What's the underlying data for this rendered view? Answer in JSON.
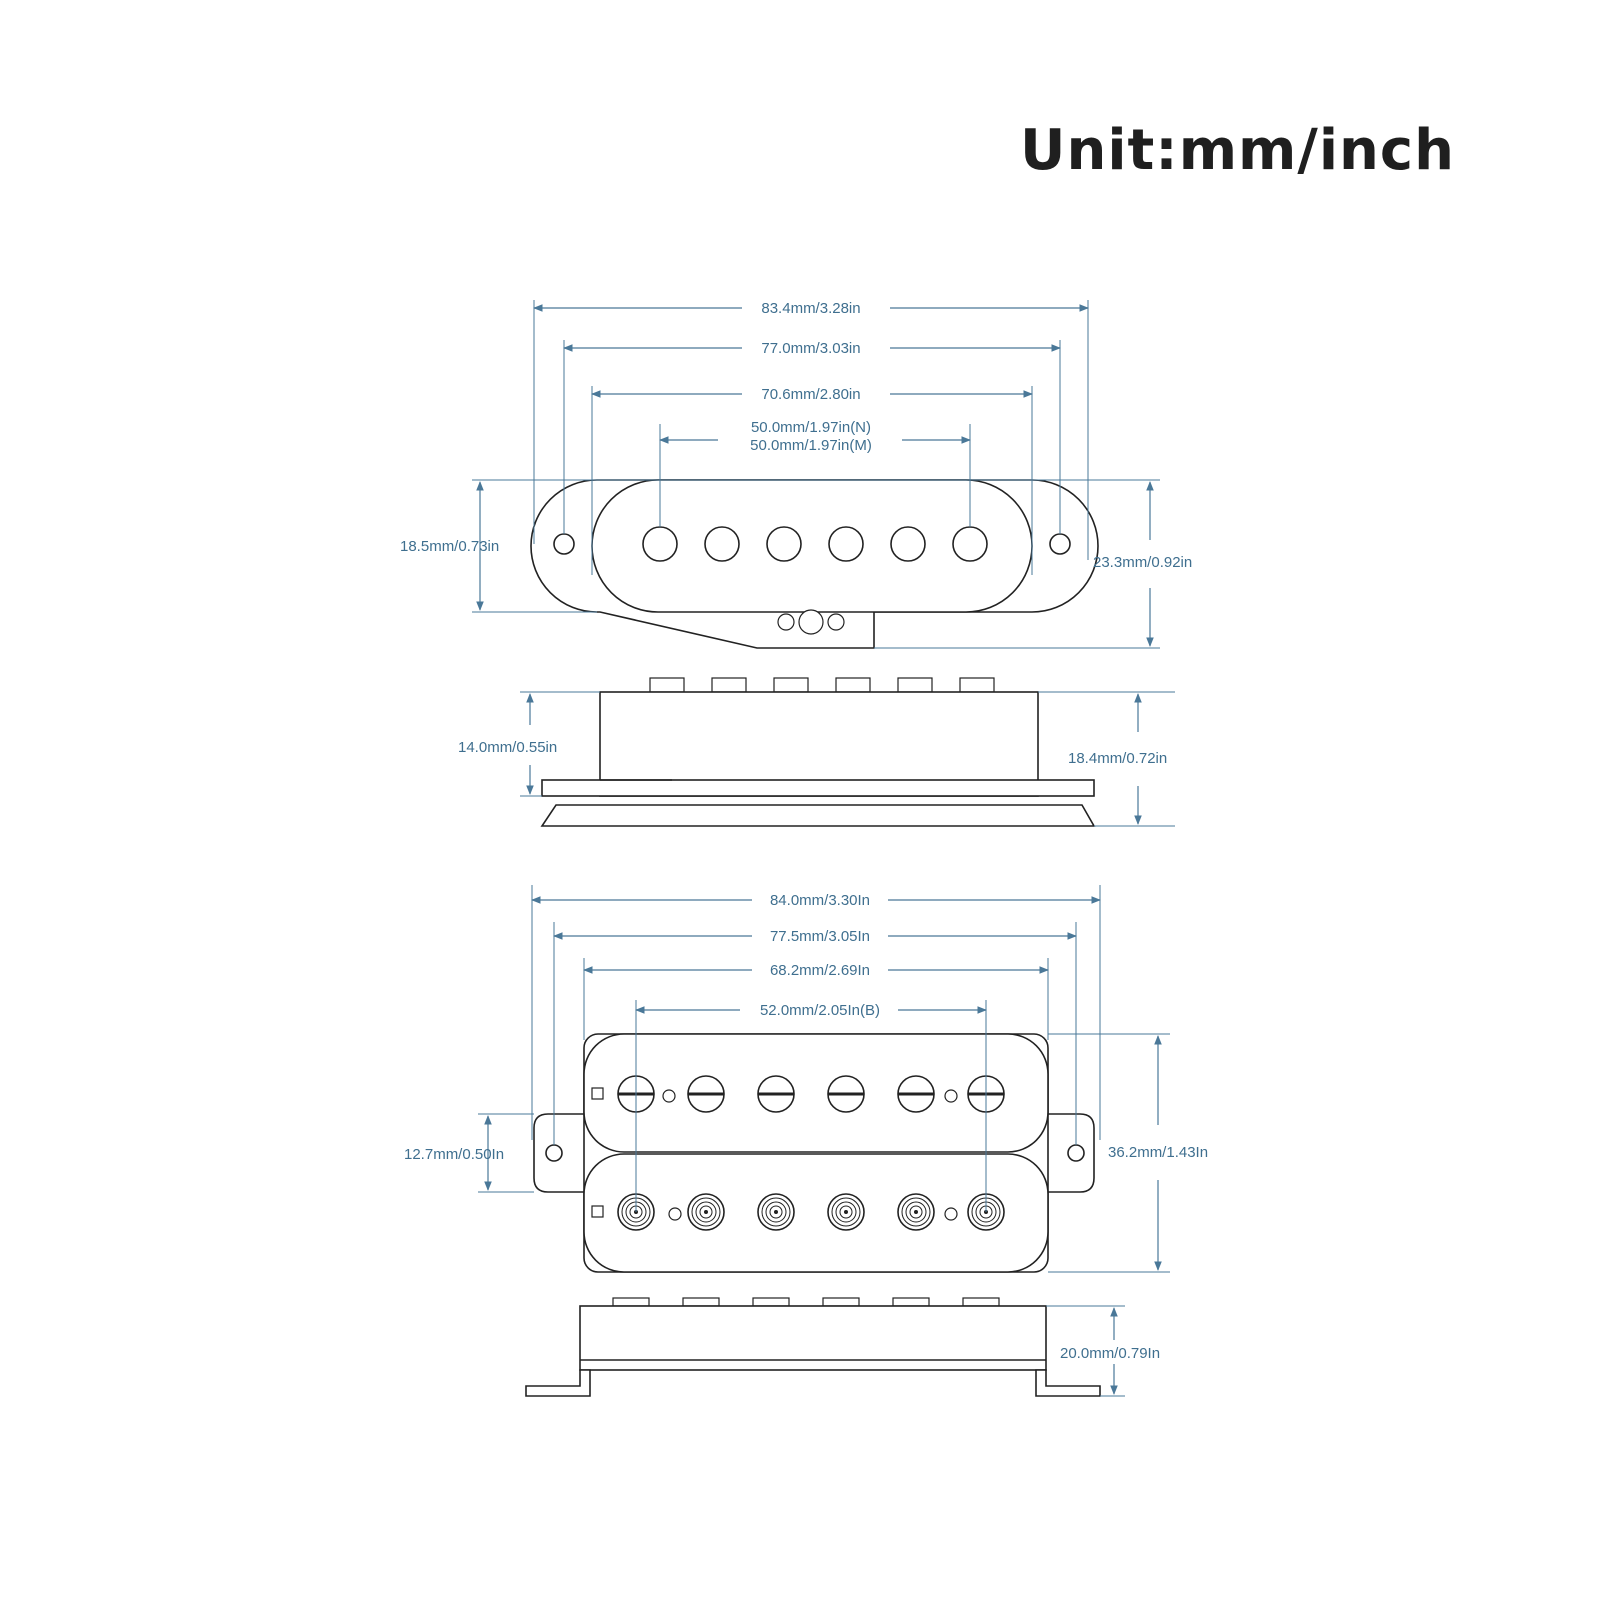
{
  "title": "Unit:mm/inch",
  "single_coil": {
    "top_view": {
      "dim_overall_width": "83.4mm/3.28in",
      "dim_mount_hole_spacing": "77.0mm/3.03in",
      "dim_cover_width": "70.6mm/2.80in",
      "dim_pole_spacing_n": "50.0mm/1.97in(N)",
      "dim_pole_spacing_m": "50.0mm/1.97in(M)",
      "dim_cover_height": "18.5mm/0.73in",
      "dim_total_height": "23.3mm/0.92in"
    },
    "side_view": {
      "dim_cover_height": "14.0mm/0.55in",
      "dim_total_height": "18.4mm/0.72in"
    }
  },
  "humbucker": {
    "top_view": {
      "dim_overall_width": "84.0mm/3.30In",
      "dim_mount_hole_spacing": "77.5mm/3.05In",
      "dim_cover_width": "68.2mm/2.69In",
      "dim_pole_spacing_b": "52.0mm/2.05In(B)",
      "dim_ear_height": "12.7mm/0.50In",
      "dim_total_height": "36.2mm/1.43In"
    },
    "side_view": {
      "dim_total_height": "20.0mm/0.79In"
    }
  },
  "colors": {
    "dimension": "#3f6f8f",
    "outline": "#222222",
    "title": "#1f1f1f"
  }
}
